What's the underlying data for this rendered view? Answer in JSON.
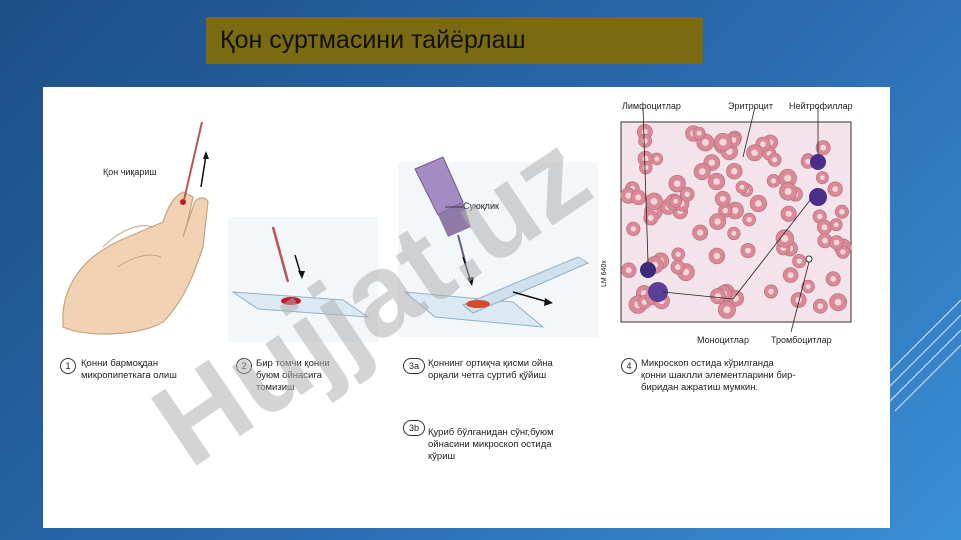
{
  "title": "Қон суртмасини тайёрлаш",
  "labels": {
    "blood_draw": "Қон чиқариш",
    "liquid": "Суюқлик",
    "lymphocytes": "Лимфоцитлар",
    "erythrocyte": "Эритроцит",
    "neutrophils": "Нейтрофиллар",
    "monocytes": "Моноцитлар",
    "platelets": "Тромбоцитлар",
    "micro_tag": "LM 640x"
  },
  "steps": [
    {
      "num": "1",
      "line1": "Қонни бармоқдан",
      "line2": "микропипеткага олиш",
      "line3": ""
    },
    {
      "num": "2",
      "line1": "Бир томчи қонни",
      "line2": "буюм ойнасига",
      "line3": "томизиш"
    },
    {
      "num": "3a",
      "line1": "Қоннинг ортиқча қисми ойна",
      "line2": "орқали четга суртиб қўйиш",
      "line3": ""
    },
    {
      "num": "3b",
      "line1": "Қуриб бўлганидан сўнг,буюм",
      "line2": "ойнасини микроскоп остида",
      "line3": "кўриш"
    },
    {
      "num": "4",
      "line1": "Микроскоп остида кўрилганда",
      "line2": "қонни шаклли элементларини бир-",
      "line3": "биридан ажратиш мумкин."
    }
  ],
  "watermark": "Hujjat.uz",
  "colors": {
    "title_bg": "#7a6a12",
    "watermark": "#b0b0b0",
    "watermark_accent": "#8a2be2",
    "rbc": "#d98a96",
    "nucleus": "#3b2a7a"
  }
}
